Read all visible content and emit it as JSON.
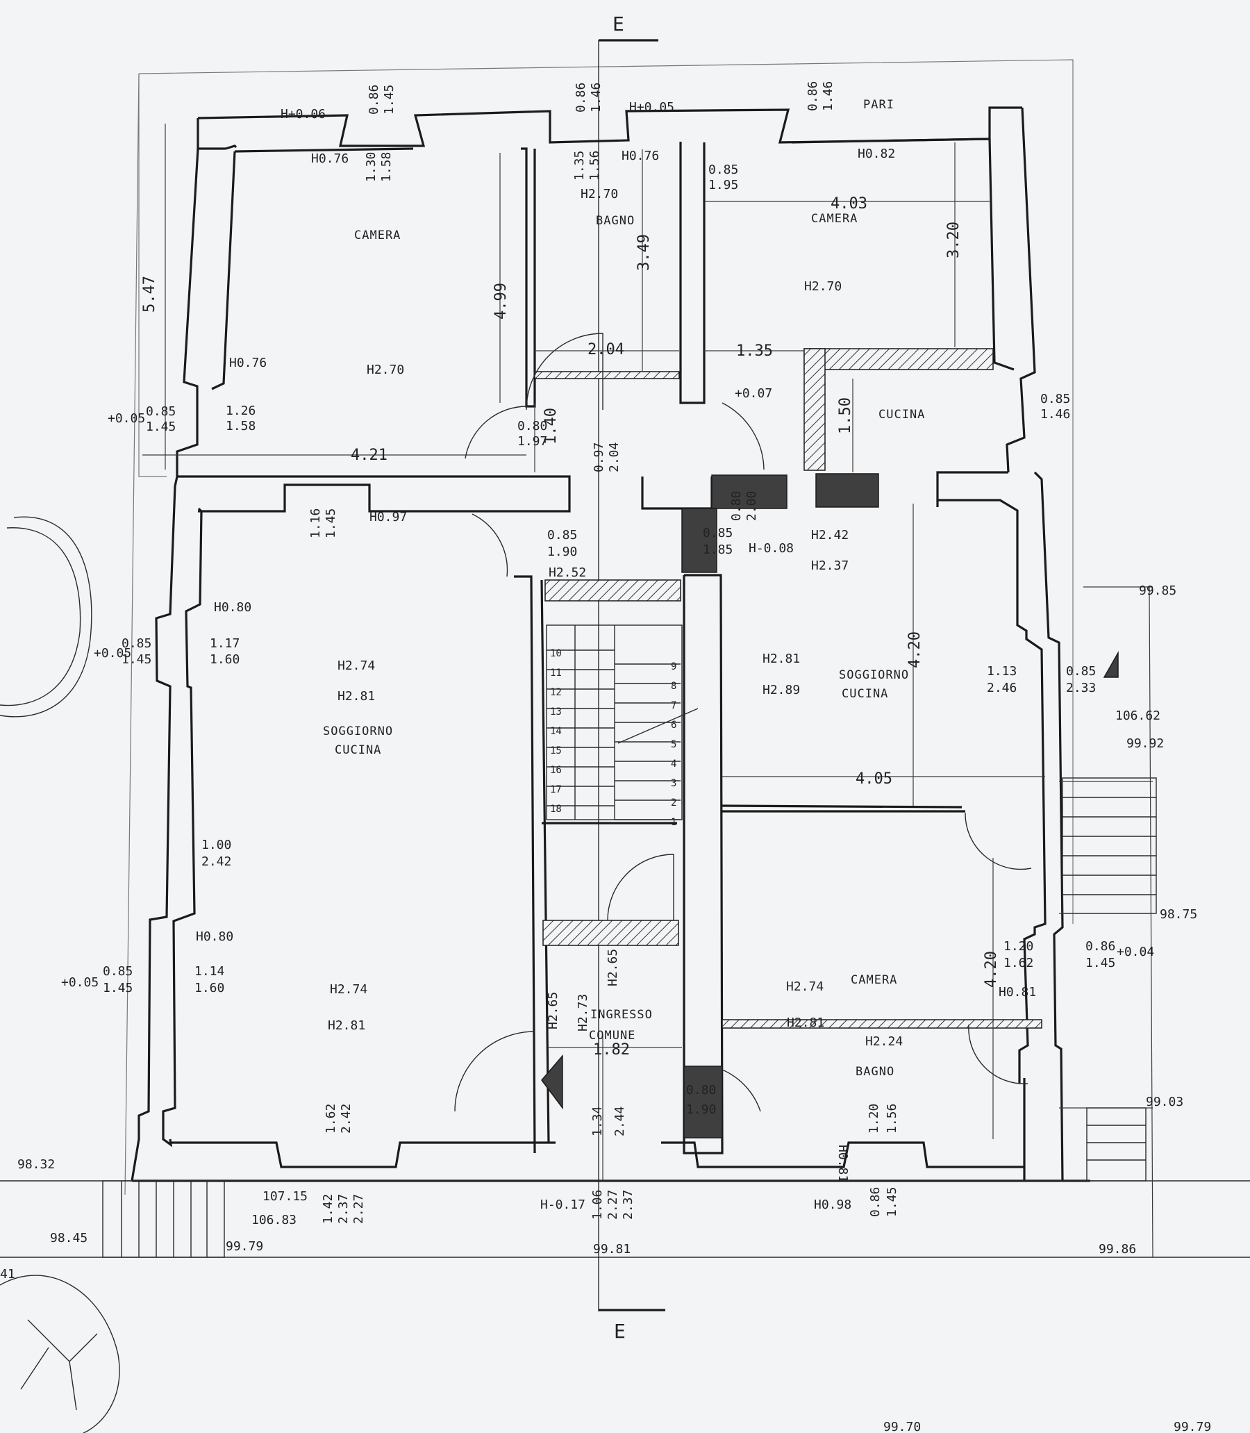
{
  "section_marks": {
    "top": "E",
    "bottom": "E"
  },
  "rooms": {
    "camera_left": "CAMERA",
    "bagno_top": "BAGNO",
    "camera_top_right": "CAMERA",
    "cucina": "CUCINA",
    "soggiorno_left_1": "SOGGIORNO",
    "soggiorno_left_2": "CUCINA",
    "soggiorno_right_1": "SOGGIORNO",
    "soggiorno_right_2": "CUCINA",
    "ingresso_1": "INGRESSO",
    "ingresso_2": "COMUNE",
    "camera_bottom_right": "CAMERA",
    "bagno_bottom": "BAGNO",
    "pari": "PARI"
  },
  "heights": {
    "camera_left_h": "H2.70",
    "bagno_top_h": "H2.70",
    "camera_top_right_h": "H2.70",
    "soggiorno_left_a": "H2.74",
    "soggiorno_left_b": "H2.81",
    "soggiorno_left_c": "H2.74",
    "soggiorno_left_d": "H2.81",
    "landing": "H2.52",
    "right_mid_a": "H2.42",
    "right_mid_b": "H2.37",
    "right_soggiorno_a": "H2.81",
    "right_soggiorno_b": "H2.89",
    "ingresso_a": "H2.65",
    "ingresso_b": "H2.73",
    "ingresso_c": "H2.65",
    "camera_br_a": "H2.74",
    "camera_br_b": "H2.81",
    "bagno_bottom_h": "H2.24"
  },
  "sills": {
    "s1": "H+0.06",
    "s2": "H+0.05",
    "s3": "H0.76",
    "s4": "H0.76",
    "s5": "H0.82",
    "s6": "H0.76",
    "s7": "H0.97",
    "s8": "H0.80",
    "s9": "H0.80",
    "s10": "H-0.08",
    "s11": "H0.81",
    "s12": "H0.98",
    "s13": "H-0.17",
    "s14": "+0.07",
    "s15": "H0.81"
  },
  "openings": {
    "w1a": "0.86",
    "w1b": "1.45",
    "w1c": "1.30",
    "w1d": "1.58",
    "w2a": "0.86",
    "w2b": "1.46",
    "w2c": "1.35",
    "w2d": "1.56",
    "w3a": "0.86",
    "w3b": "1.46",
    "d_bagno_a": "0.85",
    "d_bagno_b": "1.95",
    "wl1a": "0.85",
    "wl1b": "1.45",
    "wl1c": "1.26",
    "wl1d": "1.58",
    "d1a": "0.80",
    "d1b": "1.97",
    "d2a": "0.97",
    "d2b": "2.04",
    "d3a": "0.80",
    "d3b": "2.00",
    "wc_a": "0.85",
    "wc_b": "1.46",
    "w4a": "1.16",
    "w4b": "1.45",
    "d4a": "0.85",
    "d4b": "1.90",
    "d5a": "0.85",
    "d5b": "1.85",
    "wl2a": "0.85",
    "wl2b": "1.45",
    "wl2c": "1.17",
    "wl2d": "1.60",
    "wr1a": "1.13",
    "wr1b": "2.46",
    "wr1c": "0.85",
    "wr1d": "2.33",
    "wl3a": "1.00",
    "wl3b": "2.42",
    "wl4a": "0.85",
    "wl4b": "1.45",
    "wl4c": "1.14",
    "wl4d": "1.60",
    "wr2a": "1.20",
    "wr2b": "1.62",
    "wr2c": "0.86",
    "wr2d": "1.45",
    "d6a": "0.80",
    "d6b": "1.90",
    "wb1a": "1.62",
    "wb1b": "2.42",
    "wb1c": "1.42",
    "wb1d": "2.37",
    "wb1e": "2.27",
    "wb2a": "1.34",
    "wb2b": "2.44",
    "wb2c": "1.06",
    "wb2d": "2.27",
    "wb2e": "2.37",
    "wb3a": "1.20",
    "wb3b": "1.56",
    "wb3c": "0.86",
    "wb3d": "1.45"
  },
  "dimensions": {
    "d547": "5.47",
    "d499": "4.99",
    "d349": "3.49",
    "d403": "4.03",
    "d320": "3.20",
    "d204": "2.04",
    "d135": "1.35",
    "d140": "1.40",
    "d150": "1.50",
    "d421": "4.21",
    "d420a": "4.20",
    "d405": "4.05",
    "d420b": "4.20",
    "d182": "1.82"
  },
  "levels": {
    "l1": "+0.05",
    "l2": "+0.05",
    "l3": "+0.05",
    "l4": "+0.04",
    "e1": "99.85",
    "e2": "106.62",
    "e3": "99.92",
    "e4": "98.75",
    "e5": "99.03",
    "e6": "98.32",
    "e7": "107.15",
    "e8": "106.83",
    "e9": "98.45",
    "e10": "99.79",
    "e11": "99.81",
    "e12": "99.86",
    "e13": "99.70",
    "e14": "99.79",
    "e15": "41"
  },
  "stair_numbers": [
    "10",
    "11",
    "12",
    "13",
    "14",
    "15",
    "16",
    "17",
    "18",
    "9",
    "8",
    "7",
    "6",
    "5",
    "4",
    "3",
    "2",
    "1"
  ]
}
